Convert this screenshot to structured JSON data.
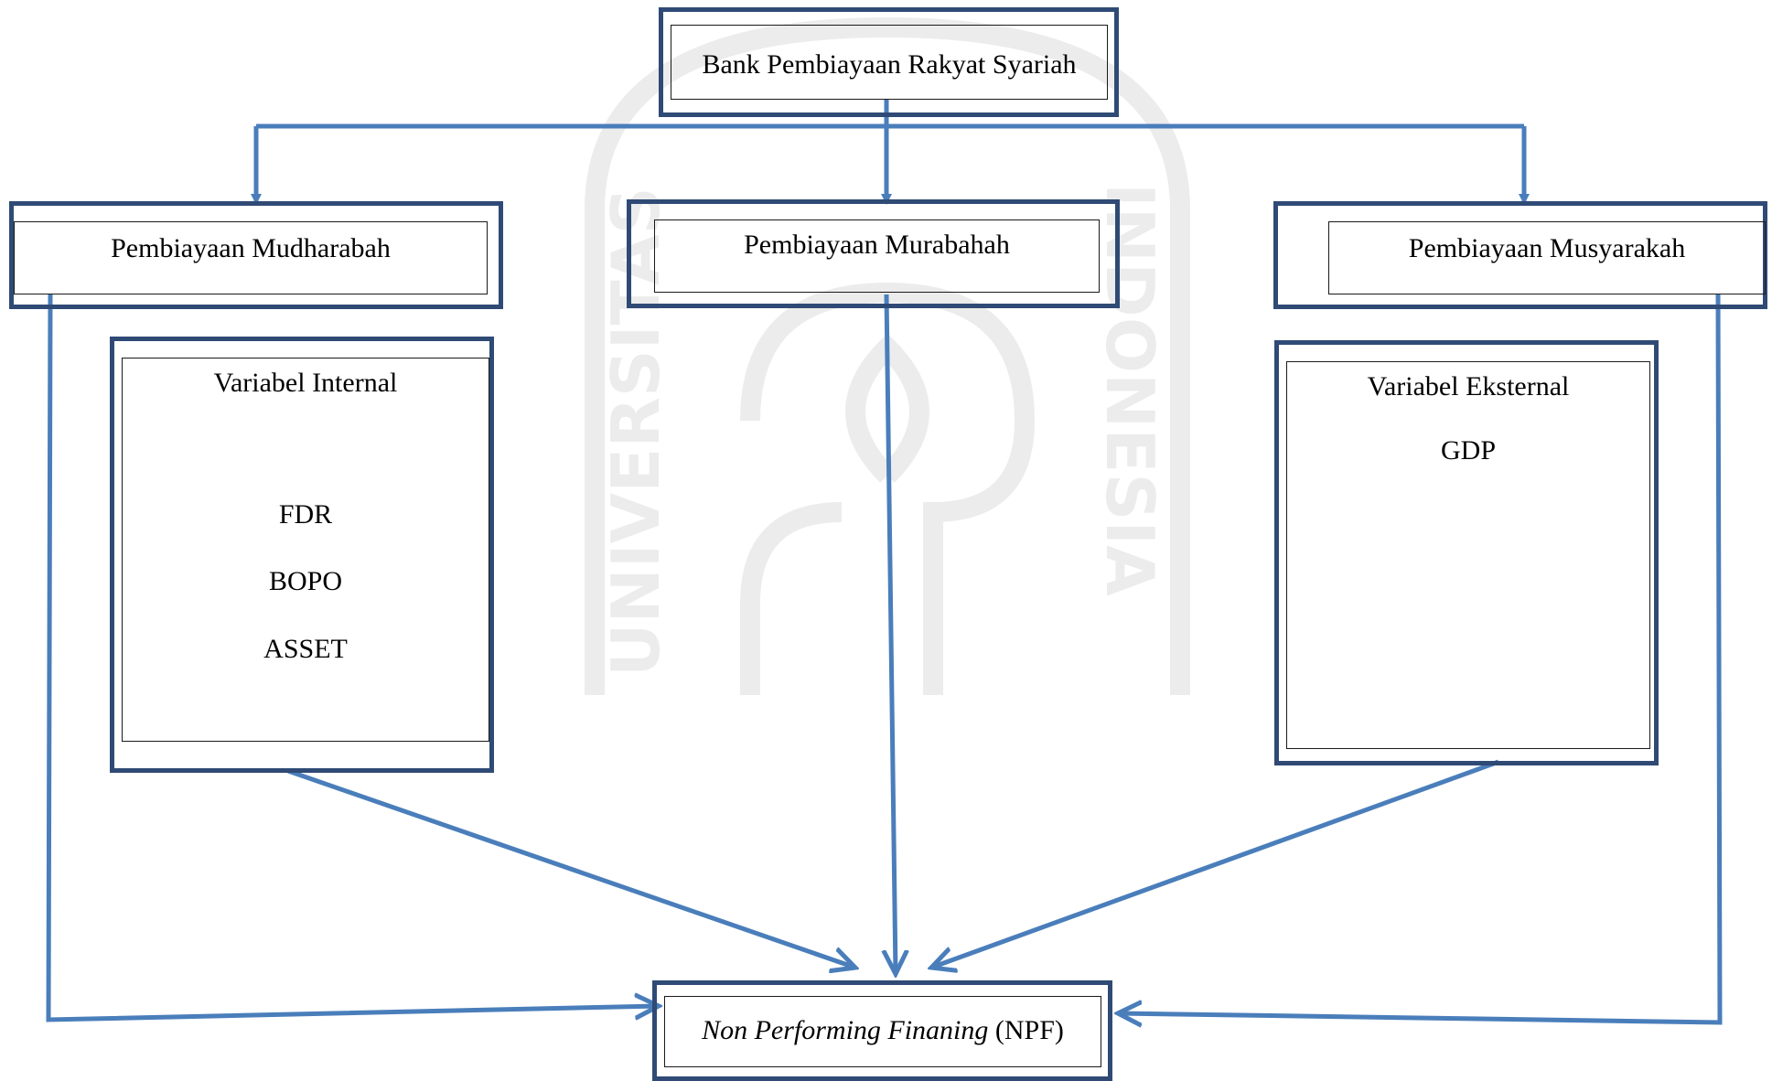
{
  "top": {
    "title": "Bank Pembiayaan Rakyat Syariah"
  },
  "financing": [
    {
      "label": "Pembiayaan Mudharabah"
    },
    {
      "label": "Pembiayaan Murabahah"
    },
    {
      "label": "Pembiayaan Musyarakah"
    }
  ],
  "internal": {
    "title": "Variabel Internal",
    "items": [
      "FDR",
      "BOPO",
      "ASSET"
    ]
  },
  "external": {
    "title": "Variabel Eksternal",
    "items": [
      "GDP"
    ]
  },
  "outcome": {
    "label_italic": "Non Performing Finaning",
    "label_rest": " (NPF)"
  },
  "watermark": {
    "text_left": "UNIVERSITAS",
    "text_right": "INDONESIA"
  },
  "colors": {
    "box_border": "#2f4a75",
    "arrow": "#4a7ebb",
    "watermark": "#e9e9e9"
  }
}
